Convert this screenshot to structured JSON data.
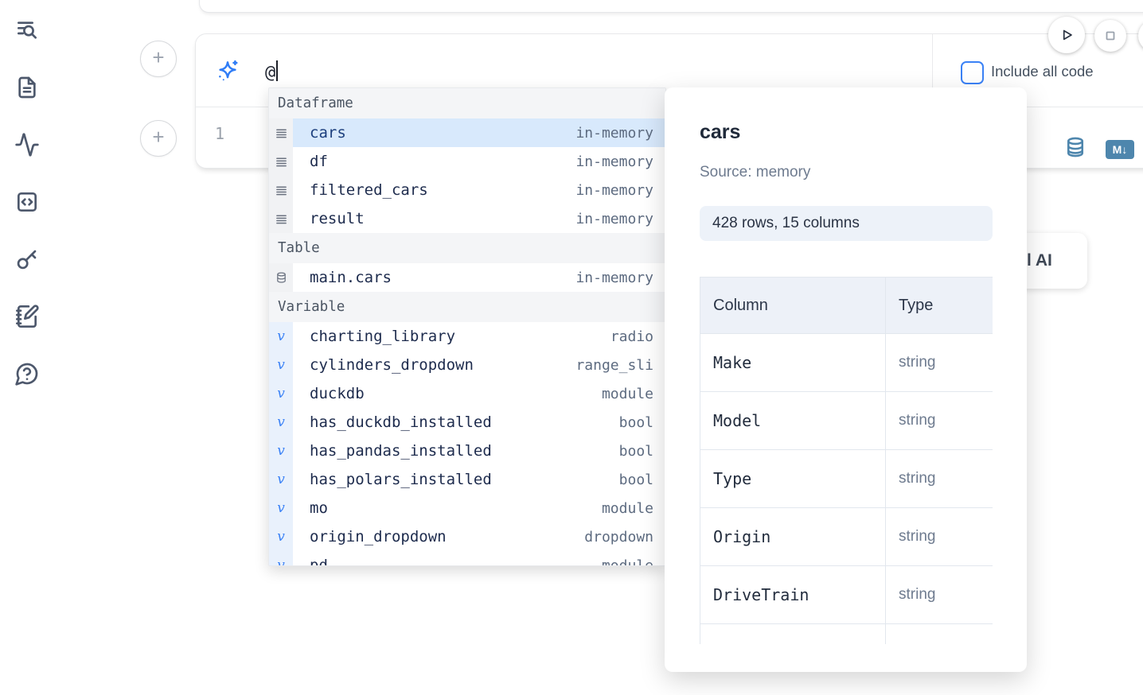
{
  "sidebar": {
    "icons": [
      "list-search-icon",
      "document-icon",
      "activity-icon",
      "code-cell-icon",
      "key-icon",
      "scratchpad-icon",
      "help-chat-icon"
    ]
  },
  "cell": {
    "prompt_value": "@",
    "include_all_code_label": "Include all code",
    "line_number": "1",
    "markdown_badge": "M↓",
    "toolbar_icons": [
      "database-icon",
      "markdown-icon"
    ]
  },
  "run_controls": {
    "icons": [
      "play-icon",
      "stop-icon"
    ]
  },
  "autocomplete": {
    "sections": [
      {
        "label": "Dataframe",
        "items": [
          {
            "icon": "dataframe",
            "name": "cars",
            "type": "in-memory",
            "selected": true
          },
          {
            "icon": "dataframe",
            "name": "df",
            "type": "in-memory"
          },
          {
            "icon": "dataframe",
            "name": "filtered_cars",
            "type": "in-memory"
          },
          {
            "icon": "dataframe",
            "name": "result",
            "type": "in-memory"
          }
        ]
      },
      {
        "label": "Table",
        "items": [
          {
            "icon": "database",
            "name": "main.cars",
            "type": "in-memory"
          }
        ]
      },
      {
        "label": "Variable",
        "items": [
          {
            "icon": "variable",
            "name": "charting_library",
            "type": "radio"
          },
          {
            "icon": "variable",
            "name": "cylinders_dropdown",
            "type": "range_sli"
          },
          {
            "icon": "variable",
            "name": "duckdb",
            "type": "module"
          },
          {
            "icon": "variable",
            "name": "has_duckdb_installed",
            "type": "bool"
          },
          {
            "icon": "variable",
            "name": "has_pandas_installed",
            "type": "bool"
          },
          {
            "icon": "variable",
            "name": "has_polars_installed",
            "type": "bool"
          },
          {
            "icon": "variable",
            "name": "mo",
            "type": "module"
          },
          {
            "icon": "variable",
            "name": "origin_dropdown",
            "type": "dropdown"
          },
          {
            "icon": "variable",
            "name": "pd",
            "type": "module"
          }
        ]
      }
    ]
  },
  "preview": {
    "title": "cars",
    "source": "Source: memory",
    "shape_badge": "428 rows, 15 columns",
    "table": {
      "headers": [
        "Column",
        "Type"
      ],
      "rows": [
        [
          "Make",
          "string"
        ],
        [
          "Model",
          "string"
        ],
        [
          "Type",
          "string"
        ],
        [
          "Origin",
          "string"
        ],
        [
          "DriveTrain",
          "string"
        ]
      ]
    }
  },
  "ai_button": {
    "label": "l AI"
  },
  "colors": {
    "accent_blue": "#3b82f6",
    "steel_blue": "#4e86ad",
    "selected_row": "#d8e9fc"
  }
}
